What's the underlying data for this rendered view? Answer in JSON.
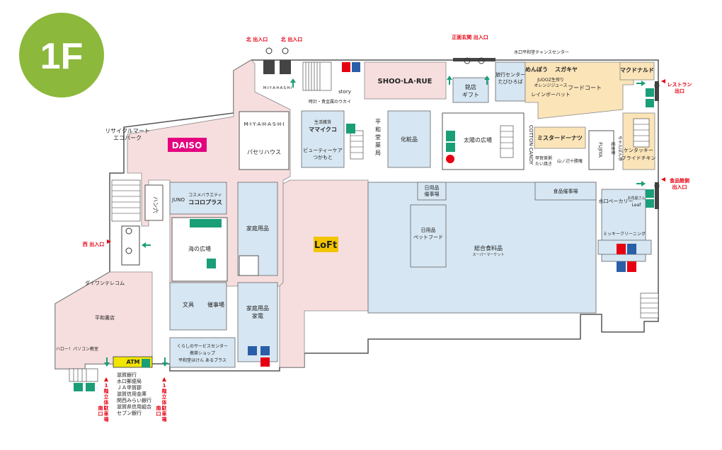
{
  "floor_badge": "1F",
  "colors": {
    "badge": "#8cb83b",
    "pink": "#f7dede",
    "blue": "#d6e6f2",
    "cream": "#fbe4b8",
    "outline": "#555555",
    "exit_red": "#e60012",
    "arrow_green": "#1a9e78",
    "atm_yellow": "#f2e500"
  },
  "exits": {
    "north1": "北 出入口",
    "north2": "北 出入口",
    "front": "正面玄関 出入口",
    "west": "西 出入口",
    "restaurant_line1": "レストラン",
    "restaurant_line2": "出口",
    "food_line1": "食品館側",
    "food_line2": "出入口",
    "parking1_lines": [
      "1",
      "階",
      "立",
      "体",
      "駐",
      "車",
      "場",
      "南",
      "口"
    ],
    "parking2_lines": [
      "1",
      "階",
      "立",
      "体",
      "駐",
      "車",
      "場",
      "南",
      "口"
    ]
  },
  "stores": {
    "daiso_logo": "DAISO",
    "daiso_sub": "ダイソー",
    "recycle_line1": "リサイクルマート",
    "recycle_line2": "エコパーク",
    "miyahashi": "M·I·Y·A·H·A·S·H·I",
    "miyahashi_small": "M·I·Y·A·H·A·S·H·I",
    "paseri": "パセリハウス",
    "mamaiko_sub": "生活雑貨",
    "mamaiko": "ママイクコ",
    "beauty_line1": "ビューティーケア",
    "beauty_line2": "つかもと",
    "watch": "時計・貴金属のウカイ",
    "story": "story",
    "shoolarue": "SHOO·LA·RUE",
    "meika_line1": "銘店",
    "meika_line2": "ギフト",
    "travel_line1": "旅行センター",
    "travel_line2": "たびひろば",
    "chance": "水口平和堂チャンスセンター",
    "menbou": "めんぼう",
    "sugakiya": "スガキヤ",
    "juice_line1": "JUOOZ生搾り",
    "juice_line2": "オレンジジュース",
    "rainbow": "レインボーハット",
    "foodcourt": "フードコート",
    "mcdonalds": "マクドナルド",
    "pharmacy_line1": "平",
    "pharmacy_line2": "和",
    "pharmacy_line3": "堂",
    "pharmacy_line4": "薬",
    "pharmacy_line5": "局",
    "cosmetics": "化粧品",
    "sun_plaza": "太陽の広場",
    "cotton": "COTTON CANDY",
    "misterdonut": "ミスタードーナツ",
    "bento_line1": "甲賀茶粥",
    "bento_line2": "たい焼き",
    "yamanoie": "山ノ辺十勝庵",
    "fujiya": "FUJIYA",
    "champon_line1": "ちゃんぽん亭",
    "champon_line2": "総本家",
    "kfc_line1": "ケンタッキー",
    "kfc_line2": "フライドチキン",
    "hanroku": "ハン六",
    "juno": "JUNO",
    "cocoro_sub": "コスメバラエティ",
    "cocoro": "ココロプラス",
    "sea_plaza": "海の広場",
    "household1": "家庭用品",
    "loft": "LoFt",
    "daily_event_line1": "日用品",
    "daily_event_line2": "催事場",
    "food_event": "食品催事場",
    "daily_pet_line1": "日用品",
    "daily_pet_line2": "ペットフード",
    "grocery": "総合食料品",
    "grocery_sub": "スーパーマーケット",
    "mizuguchi_bakery": "水口ベーカリー",
    "leaf_line1": "お花屋さん",
    "leaf_line2": "Leaf",
    "mickey": "ミッキークリーニング",
    "daiwan": "ダイワンテレコム",
    "heiwa_books": "平和書店",
    "hello_pc": "ハロー！パソコン教室",
    "stationery": "文具",
    "event_hall": "催事場",
    "household2": "家庭用品",
    "appliances": "家電",
    "kurashi_line1": "くらしのサービスセンター",
    "kurashi_line2": "携帯ショップ",
    "kurashi_line3": "平和堂ほけん あるプラス",
    "atm": "ATM"
  },
  "atm_banks": [
    "滋賀銀行",
    "水口郵便局",
    "ＪＡ甲賀郡",
    "滋賀信用金庫",
    "関西みらい銀行",
    "滋賀県信用組合",
    "セブン銀行"
  ],
  "icons": {
    "toilet": "restroom-icon",
    "elevator": "elevator-icon",
    "escalator": "escalator-icon",
    "wheelchair": "wheelchair-icon",
    "baby": "baby-room-icon",
    "aed": "aed-icon",
    "arrow": "entrance-arrow-icon"
  }
}
